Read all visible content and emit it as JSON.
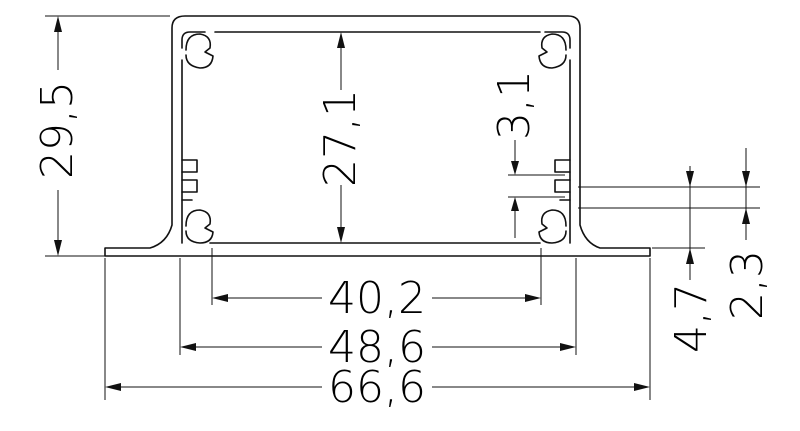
{
  "diagram": {
    "dimensions": {
      "total_height": "29,5",
      "inner_height": "27,1",
      "slot_width": "3,1",
      "inner_width": "40,2",
      "body_width": "48,6",
      "total_width": "66,6",
      "flange_height": "4,7",
      "slot_gap": "2,3"
    },
    "colors": {
      "line": "#111111",
      "background": "#ffffff"
    }
  }
}
